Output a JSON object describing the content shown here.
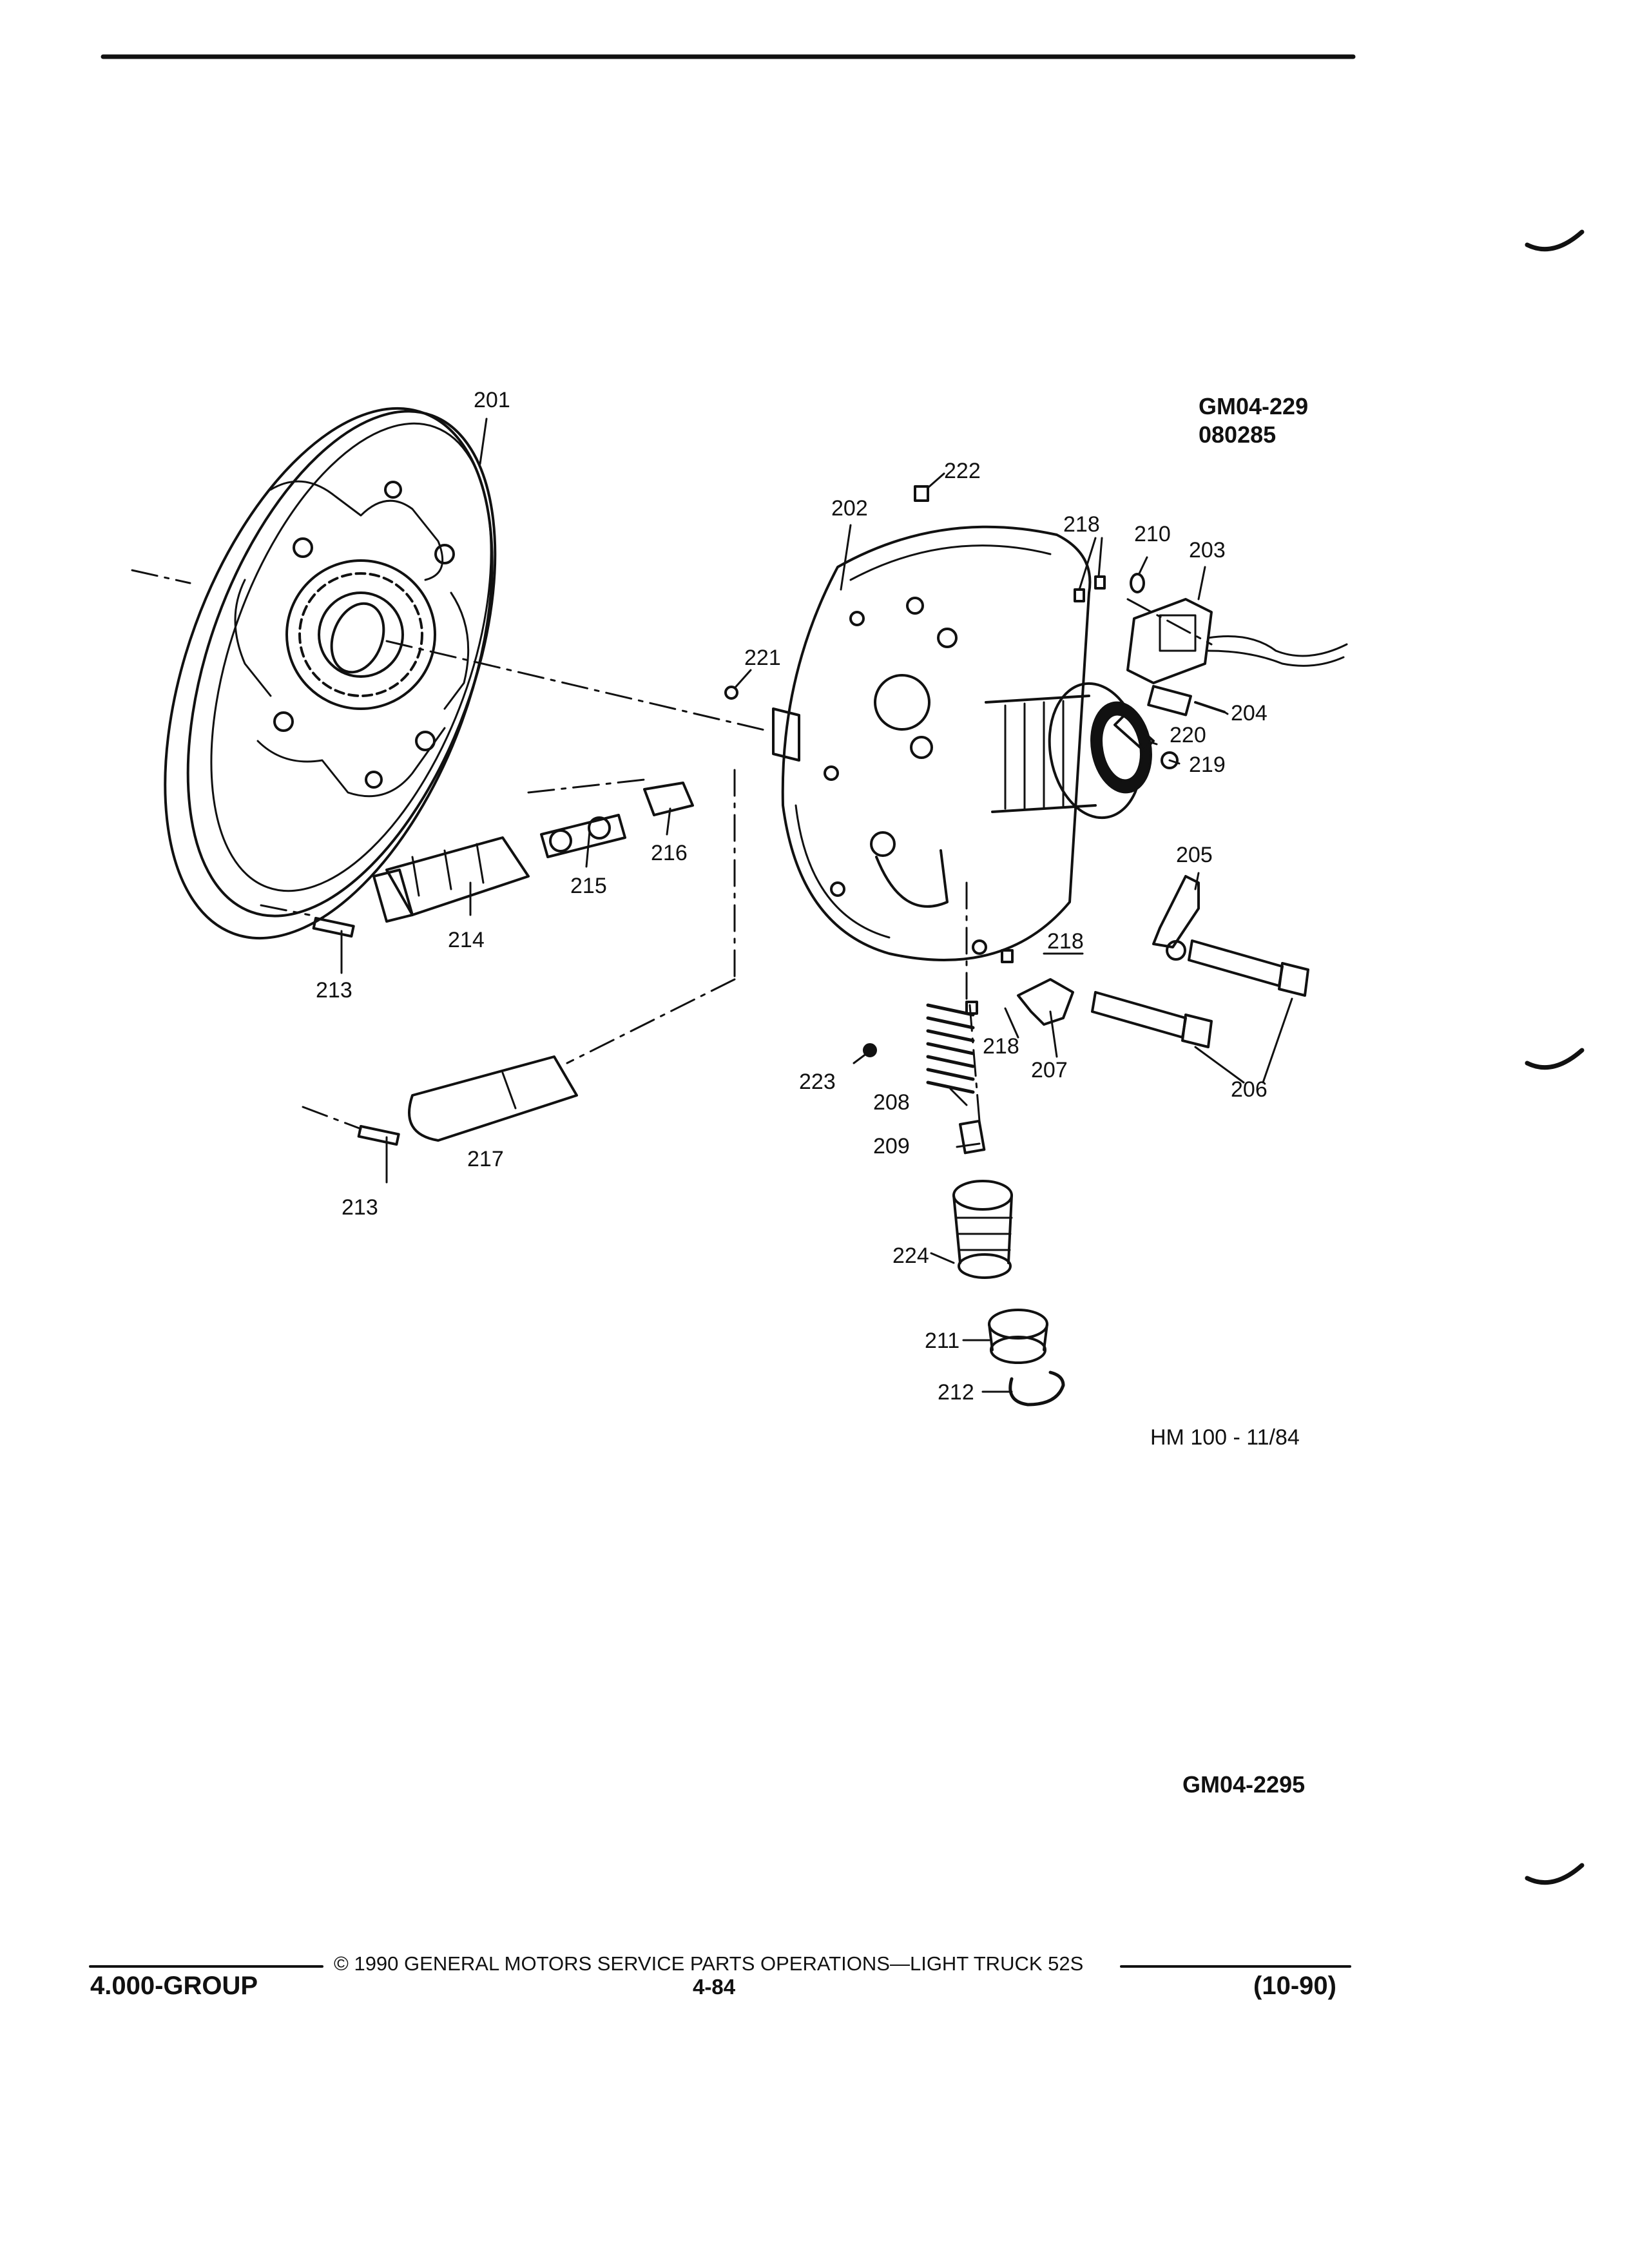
{
  "figure": {
    "codes": {
      "top_code": "GM04-229",
      "top_date": "080285",
      "hm": "HM 100 - 11/84",
      "bottom_code": "GM04-2295"
    },
    "callouts": {
      "c201": "201",
      "c202": "202",
      "c203": "203",
      "c204": "204",
      "c205": "205",
      "c206": "206",
      "c207": "207",
      "c208": "208",
      "c209": "209",
      "c210": "210",
      "c211": "211",
      "c212": "212",
      "c213a": "213",
      "c213b": "213",
      "c214": "214",
      "c215": "215",
      "c216": "216",
      "c217": "217",
      "c218a": "218",
      "c218b": "218",
      "c218c": "218",
      "c219": "219",
      "c220": "220",
      "c221": "221",
      "c222": "222",
      "c223": "223",
      "c224": "224"
    }
  },
  "footer": {
    "copyright": "© 1990 GENERAL MOTORS SERVICE PARTS OPERATIONS—LIGHT TRUCK 52S",
    "group": "4.000-GROUP",
    "page_number": "4-84",
    "date_code": "(10-90)"
  }
}
